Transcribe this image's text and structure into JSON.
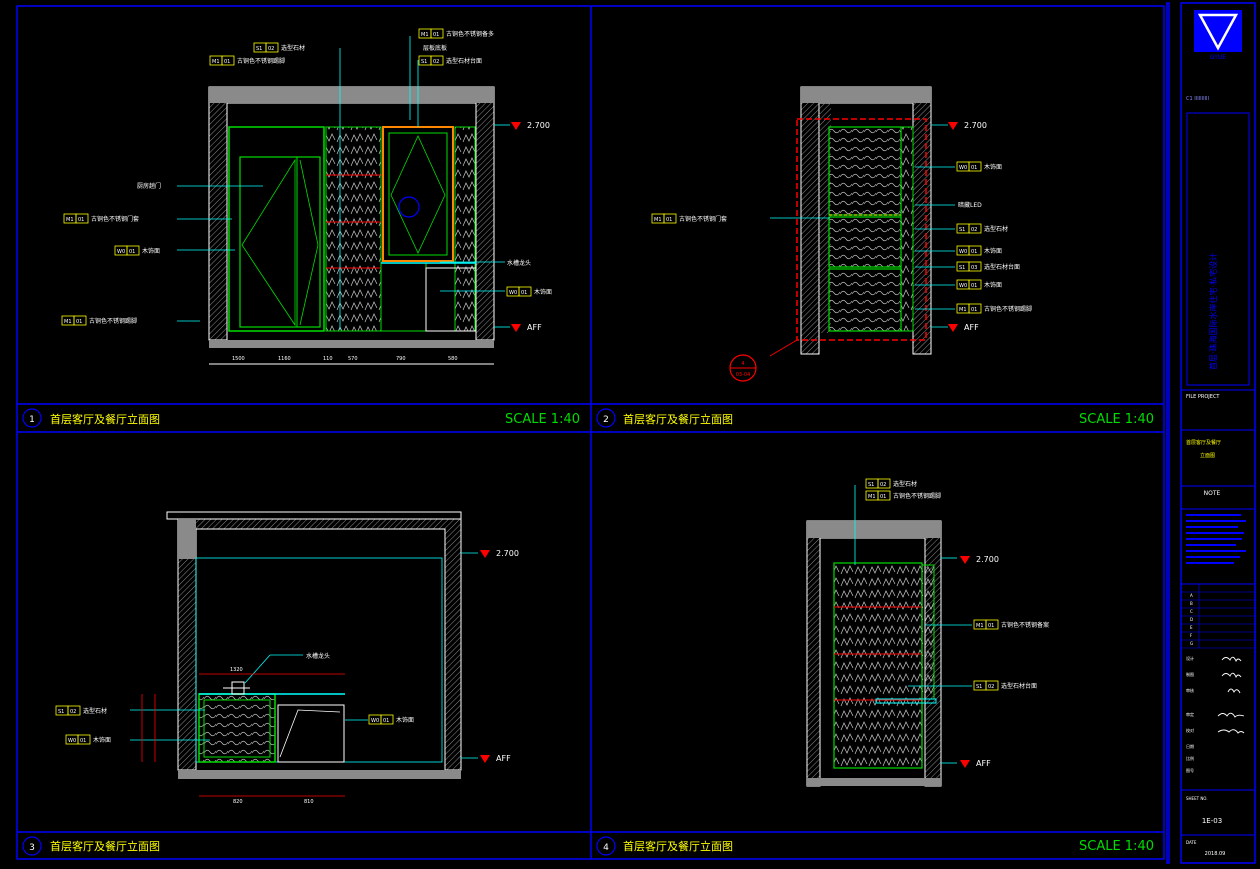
{
  "colors": {
    "frame": "#0000ff",
    "wall": "#ffffff",
    "hatch": "#8a8a8a",
    "green": "#00dd00",
    "cyan": "#00ffff",
    "yellow": "#ffff00",
    "red": "#ff0000",
    "white": "#ffffff",
    "orange": "#ffaa00"
  },
  "levels": {
    "top": "2.700",
    "bottom": "AFF"
  },
  "panels": [
    {
      "number": "1",
      "title": "首层客厅及餐厅立面图",
      "scale": "SCALE 1:40"
    },
    {
      "number": "2",
      "title": "首层客厅及餐厅立面图",
      "scale": "SCALE 1:40"
    },
    {
      "number": "3",
      "title": "首层客厅及餐厅立面图",
      "scale": ""
    },
    {
      "number": "4",
      "title": "首层客厅及餐厅立面图",
      "scale": "SCALE 1:40"
    }
  ],
  "tags": {
    "p1_s1_02": {
      "code": "S1",
      "sub": "02",
      "text": "选型石材"
    },
    "p1_m1_01_top": {
      "code": "M1",
      "sub": "01",
      "text": "古铜色不锈钢踢脚"
    },
    "p1_m1_01_r1": {
      "code": "M1",
      "sub": "01",
      "text": "古铜色不锈钢备多"
    },
    "p1_s1_02_r": {
      "code": "S1",
      "sub": "02",
      "text": "选型石材台面"
    },
    "p1_m1_door": {
      "code": "M1",
      "sub": "01",
      "text": "古铜色不锈钢门套"
    },
    "p1_w0": {
      "code": "W0",
      "sub": "01",
      "text": "木饰面"
    },
    "p1_m1_foot": {
      "code": "M1",
      "sub": "01",
      "text": "古铜色不锈钢踢脚"
    },
    "p1_w0_r": {
      "code": "W0",
      "sub": "01",
      "text": "木饰面"
    },
    "p2_m1_door": {
      "code": "M1",
      "sub": "01",
      "text": "古铜色不锈钢门套"
    },
    "p2_w0_1": {
      "code": "W0",
      "sub": "01",
      "text": "木饰面"
    },
    "p2_s1_a": {
      "code": "S1",
      "sub": "02",
      "text": "选型石材"
    },
    "p2_w0_2": {
      "code": "W0",
      "sub": "01",
      "text": "木饰面"
    },
    "p2_s1_b": {
      "code": "S1",
      "sub": "03",
      "text": "选型石材台面"
    },
    "p2_w0_3": {
      "code": "W0",
      "sub": "01",
      "text": "木饰面"
    },
    "p2_m1_foot": {
      "code": "M1",
      "sub": "01",
      "text": "古铜色不锈钢踢脚"
    },
    "p3_s1": {
      "code": "S1",
      "sub": "02",
      "text": "选型石材"
    },
    "p3_w0_l": {
      "code": "W0",
      "sub": "01",
      "text": "木饰面"
    },
    "p3_w0_r": {
      "code": "W0",
      "sub": "01",
      "text": "木饰面"
    },
    "p4_s1": {
      "code": "S1",
      "sub": "02",
      "text": "选型石材"
    },
    "p4_m1": {
      "code": "M1",
      "sub": "01",
      "text": "古铜色不锈钢踢脚"
    },
    "p4_m1_r": {
      "code": "M1",
      "sub": "01",
      "text": "古铜色不锈钢备案"
    },
    "p4_s1_r": {
      "code": "S1",
      "sub": "02",
      "text": "选型石材台面"
    }
  },
  "notes": {
    "p1_door": "厨房趟门",
    "p1_cap": "层板底板",
    "p1_faucet": "水槽龙头",
    "p2_led": "暗藏LED",
    "p3_faucet": "水槽龙头"
  },
  "dims": {
    "p1": [
      "1500",
      "1160",
      "110",
      "570",
      "790",
      "580"
    ],
    "p3": [
      "1320",
      "820",
      "810"
    ],
    "p2_section": {
      "top": "4",
      "bottom": "03-04"
    }
  },
  "titleblock": {
    "logo_text": "GYUE",
    "company": "C1 IIIIIIIIII",
    "project_label": "首层·珠海国际水岸住宅·私宅设计",
    "drawing_label": "FILE PROJECT",
    "drawing_sub": "首层客厅及餐厅",
    "drawing_type": "立面图",
    "note_label": "NOTE",
    "sheet_label": "SHEET NO.",
    "sheet_no": "1E-03",
    "date_label": "DATE",
    "date": "2018.09",
    "revisions": [
      "A",
      "B",
      "C",
      "D",
      "E",
      "F",
      "G"
    ],
    "signature_rows": [
      "设计",
      "制图",
      "审核",
      "审定",
      "校对",
      "日期",
      "比例",
      "图号"
    ]
  }
}
